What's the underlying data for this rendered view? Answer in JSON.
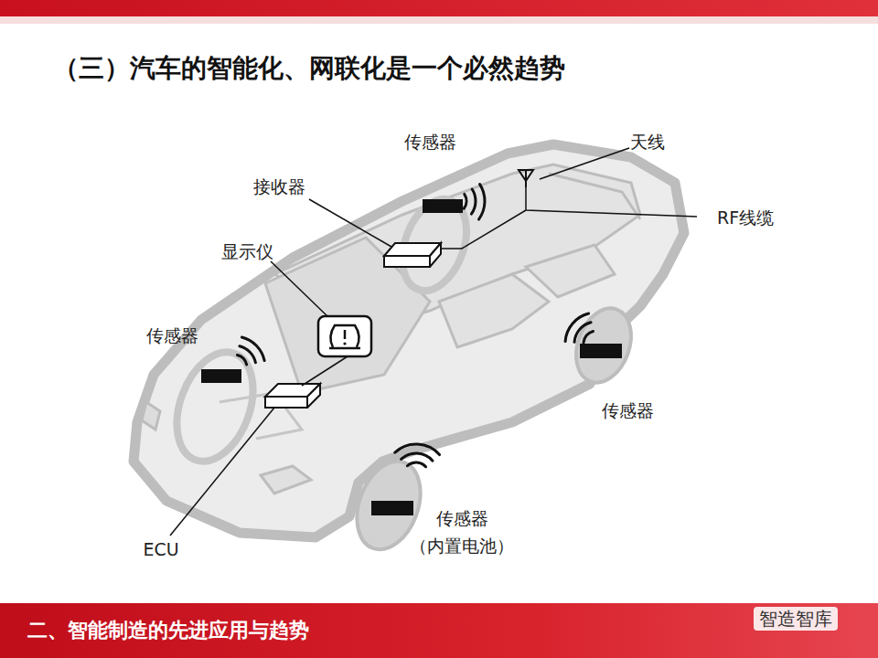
{
  "diagram": {
    "title": "（三）汽车的智能化、网联化是一个必然趋势",
    "nodes": [
      {
        "text": [
          "二、智能制造的先进应用与趋势"
        ]
      }
    ],
    "labels": [
      "传感器",
      "天线",
      "接收器",
      "RF线缆",
      "显示仪",
      "传感器",
      "传感器",
      "ECU",
      "传感器",
      "（内置电池）",
      "智造智库"
    ]
  }
}
